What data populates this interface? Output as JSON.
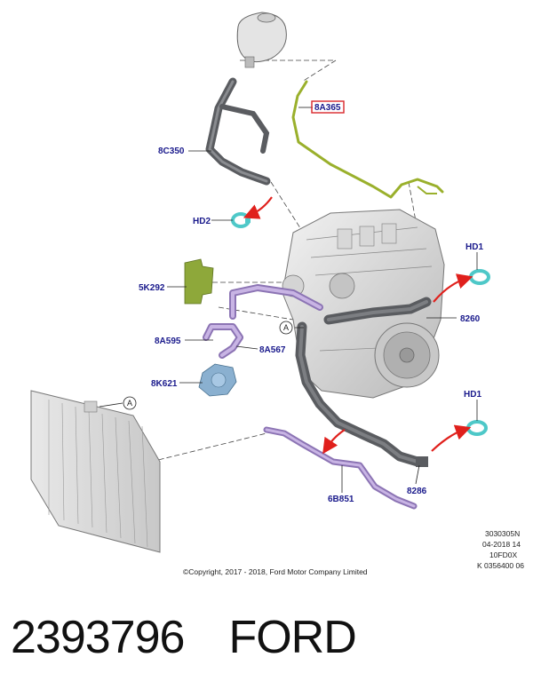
{
  "labels": {
    "p_8a365": "8A365",
    "p_8c350": "8C350",
    "p_hd2": "HD2",
    "p_hd1_top": "HD1",
    "p_5k292": "5K292",
    "p_8260": "8260",
    "p_8a595": "8A595",
    "p_8a567": "8A567",
    "p_8k621": "8K621",
    "p_hd1_bottom": "HD1",
    "p_8286": "8286",
    "p_6b851": "6B851",
    "ref_a_engine": "A",
    "ref_a_radiator": "A"
  },
  "meta": {
    "code1": "3030305N",
    "code2": "04-2018 14",
    "code3": "10FD0X",
    "code4": "K 0356400 06",
    "copyright": "©Copyright, 2017 - 2018, Ford Motor Company Limited"
  },
  "footer": {
    "part_number": "2393796",
    "brand": "FORD"
  },
  "colors": {
    "label_blue": "#1a1a8c",
    "highlight_red": "#d8262a",
    "hose_dark": "#5a5c60",
    "hose_green": "#9ab02c",
    "hose_purple": "#b49cd8",
    "clamp_teal": "#4ec8c8",
    "bracket_green": "#8ea83a",
    "arrow_red": "#e0201c"
  }
}
